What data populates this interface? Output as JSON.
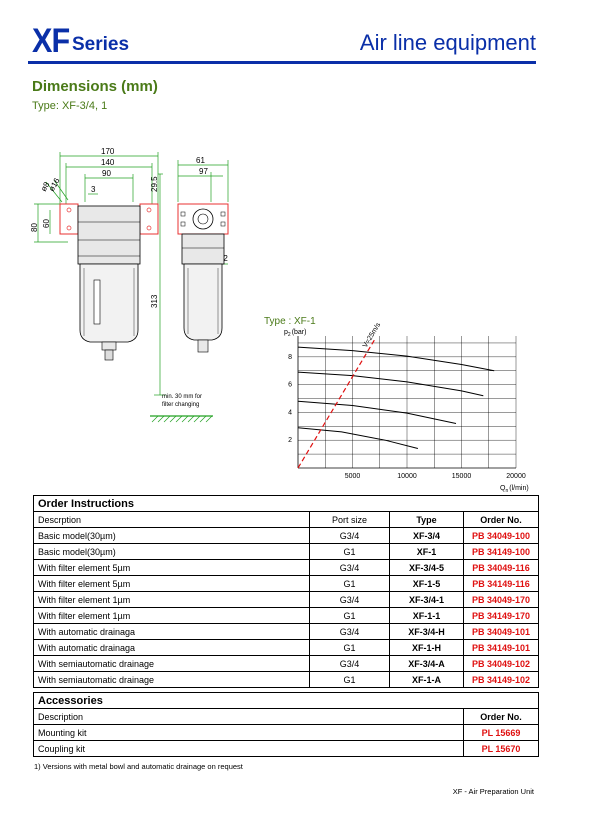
{
  "header": {
    "series_code": "XF",
    "series_word": "Series",
    "title": "Air line equipment"
  },
  "dimensions": {
    "heading": "Dimensions (mm)",
    "type": "Type: XF-3/4, 1",
    "front": {
      "w170": "170",
      "w140": "140",
      "w90": "90",
      "w3": "3",
      "d8": "ø8",
      "d16": "ø16",
      "h80": "80",
      "h60": "60",
      "h29": "29.5",
      "h313": "313"
    },
    "side": {
      "w61": "61",
      "w97": "97",
      "d92": "ø92"
    },
    "note_line1": "min. 30 mm for",
    "note_line2": "filter changing"
  },
  "chart_data": {
    "type": "line",
    "title": "Type : XF-1",
    "ylabel_p": "p",
    "ylabel_sub": "2",
    "ylabel_unit": "(bar)",
    "xlabel_q": "Q",
    "xlabel_sub": "n",
    "xlabel_unit": "(l/min)",
    "xlim": [
      0,
      20000
    ],
    "ylim": [
      0,
      9.5
    ],
    "xticks": [
      "5000",
      "10000",
      "15000",
      "20000"
    ],
    "yticks": [
      "2",
      "4",
      "6",
      "8"
    ],
    "grid": true,
    "annotation": "V=25m/s",
    "series": [
      {
        "x": [
          0,
          5000,
          10000,
          15000,
          18000
        ],
        "y": [
          8.7,
          8.45,
          8.05,
          7.45,
          7.0
        ]
      },
      {
        "x": [
          0,
          5000,
          10000,
          15000,
          17000
        ],
        "y": [
          6.9,
          6.65,
          6.2,
          5.55,
          5.2
        ]
      },
      {
        "x": [
          0,
          5000,
          10000,
          14500
        ],
        "y": [
          4.8,
          4.5,
          3.95,
          3.2
        ]
      },
      {
        "x": [
          0,
          4000,
          8000,
          11000
        ],
        "y": [
          2.9,
          2.6,
          2.0,
          1.4
        ]
      }
    ],
    "velocity_line": {
      "x": [
        0,
        7000
      ],
      "y": [
        0,
        9.2
      ]
    }
  },
  "order": {
    "heading": "Order Instructions",
    "columns": [
      "Descrption",
      "Port size",
      "Type",
      "Order No."
    ],
    "rows": [
      [
        "Basic model(30µm)",
        "G3/4",
        "XF-3/4",
        "PB 34049-100"
      ],
      [
        "Basic model(30µm)",
        "G1",
        "XF-1",
        "PB 34149-100"
      ],
      [
        "With filter element 5µm",
        "G3/4",
        "XF-3/4-5",
        "PB 34049-116"
      ],
      [
        "With filter element 5µm",
        "G1",
        "XF-1-5",
        "PB 34149-116"
      ],
      [
        "With filter element 1µm",
        "G3/4",
        "XF-3/4-1",
        "PB 34049-170"
      ],
      [
        "With filter element 1µm",
        "G1",
        "XF-1-1",
        "PB 34149-170"
      ],
      [
        "With automatic drainaga",
        "G3/4",
        "XF-3/4-H",
        "PB 34049-101"
      ],
      [
        "With automatic drainaga",
        "G1",
        "XF-1-H",
        "PB 34149-101"
      ],
      [
        "With semiautomatic drainage",
        "G3/4",
        "XF-3/4-A",
        "PB 34049-102"
      ],
      [
        "With semiautomatic drainage",
        "G1",
        "XF-1-A",
        "PB 34149-102"
      ]
    ]
  },
  "accessories": {
    "heading": "Accessories",
    "columns": [
      "Description",
      "Order No."
    ],
    "rows": [
      [
        "Mounting kit",
        "PL 15669"
      ],
      [
        "Coupling kit",
        "PL 15670"
      ]
    ]
  },
  "footnote": "1) Versions with metal bowl and automatic drainage on request",
  "footer": "XF - Air Preparation Unit",
  "colors": {
    "brand_blue": "#0a2fa8",
    "heading_green": "#4a7a18",
    "order_red": "#e01010",
    "dim_green": "#22a022",
    "flange_red": "#e83030"
  }
}
